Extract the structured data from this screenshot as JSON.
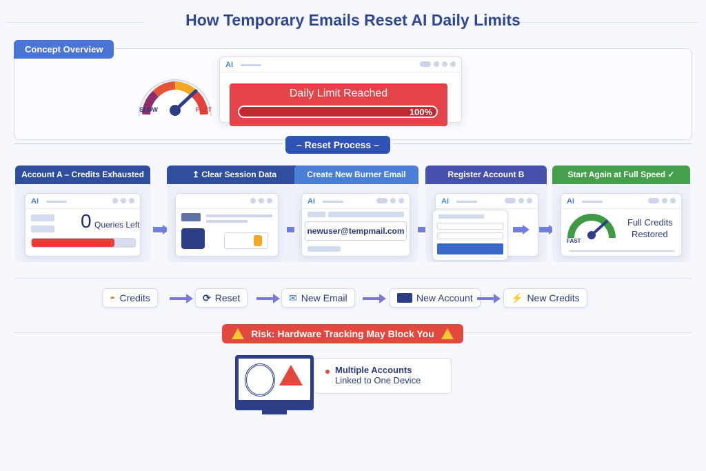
{
  "title": "How Temporary Emails Reset AI Daily Limits",
  "overview": {
    "tag": "Concept Overview",
    "gauge": {
      "slow_label": "SLOW",
      "fast_label": "FAST"
    },
    "window": {
      "logo": "AI",
      "alert": "Daily Limit Reached",
      "progress": "100%"
    }
  },
  "reset_process": {
    "tag": "– Reset Process –",
    "steps": [
      {
        "title": "Account A – Credits Exhausted",
        "color": "#2f4e9e",
        "big_number": "0",
        "caption": "Queries Left"
      },
      {
        "title": "Clear Session Data",
        "color": "#2f4e9e"
      },
      {
        "title": "Create New Burner Email",
        "color": "#4a7fd8",
        "email": "newuser@tempmail.com"
      },
      {
        "title": "Register Account B",
        "color": "#4651ae"
      },
      {
        "title": "Start Again at Full Speed",
        "color": "#45a04b",
        "fast_label": "FAST",
        "caption1": "Full Credits",
        "caption2": "Restored"
      }
    ]
  },
  "flow_chips": [
    {
      "label": "Credits",
      "icon": "gauge-icon"
    },
    {
      "label": "Reset",
      "icon": "refresh-icon"
    },
    {
      "label": "New Email",
      "icon": "envelope-icon"
    },
    {
      "label": "New Account",
      "icon": "id-card-icon"
    },
    {
      "label": "New Credits",
      "icon": "lightning-icon"
    }
  ],
  "risk": {
    "banner": "Risk: Hardware Tracking May Block You",
    "note_bold": "Multiple Accounts",
    "note_text": "Linked to One Device"
  }
}
